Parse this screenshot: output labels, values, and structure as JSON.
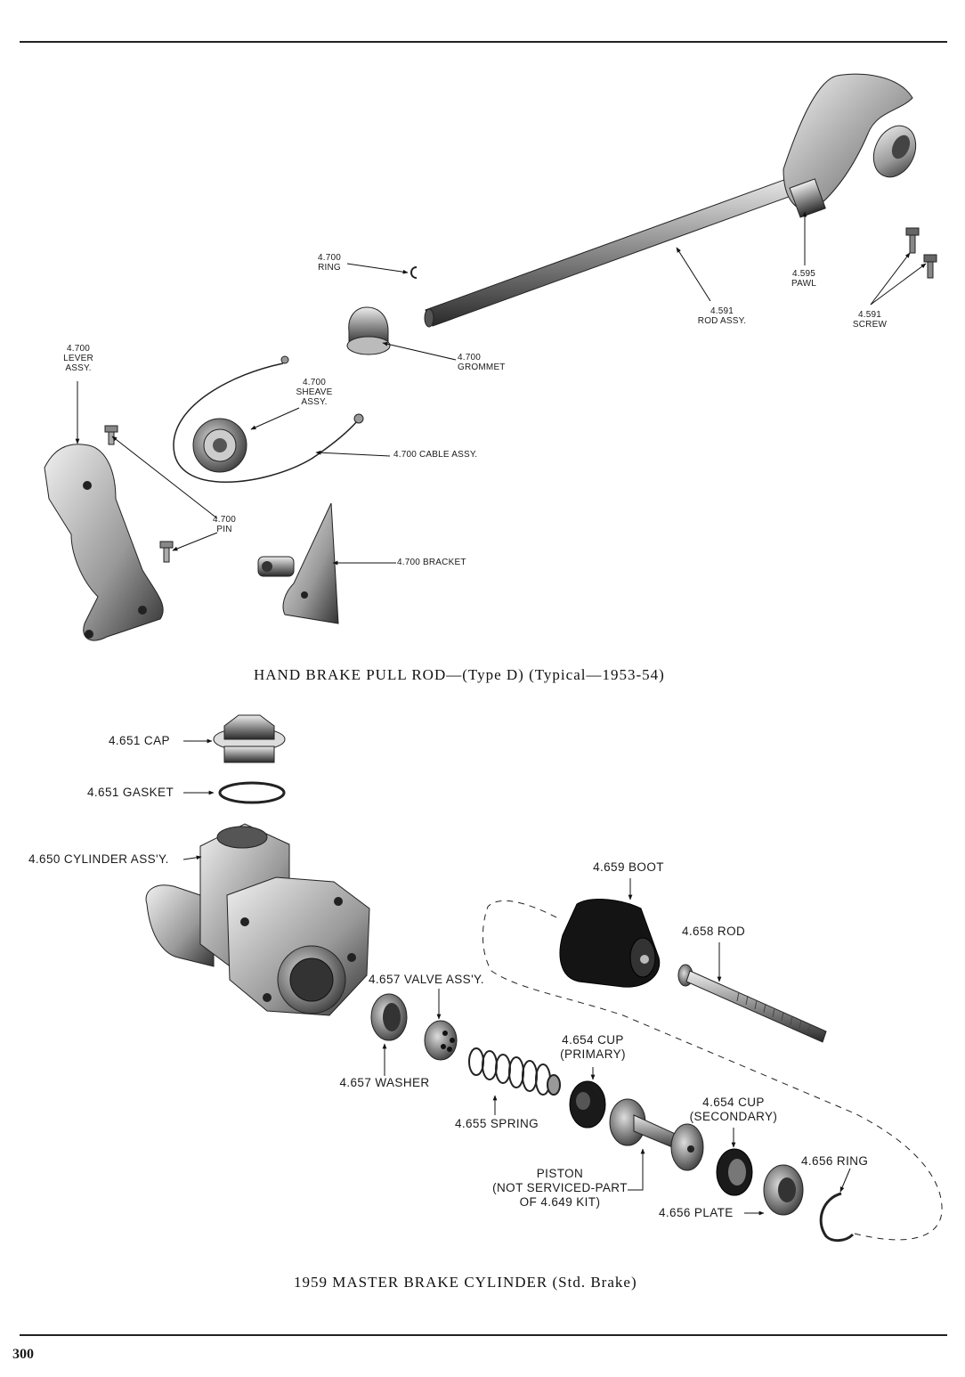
{
  "page": {
    "number": "300"
  },
  "hand_brake": {
    "caption": "HAND BRAKE PULL ROD—(Type D) (Typical—1953-54)",
    "labels": {
      "ring": "4.700\nRING",
      "lever": "4.700\nLEVER\nASSY.",
      "grommet": "4.700\nGROMMET",
      "sheave": "4.700\nSHEAVE\nASSY.",
      "cable": "4.700 CABLE ASSY.",
      "pin": "4.700\nPIN",
      "bracket": "4.700 BRACKET",
      "rod": "4.591\nROD ASSY.",
      "pawl": "4.595\nPAWL",
      "screw": "4.591\nSCREW"
    }
  },
  "master_cylinder": {
    "caption": "1959 MASTER BRAKE CYLINDER (Std. Brake)",
    "labels": {
      "cap": "4.651 CAP",
      "gasket": "4.651 GASKET",
      "cylinder": "4.650 CYLINDER ASS'Y.",
      "boot": "4.659 BOOT",
      "rod": "4.658 ROD",
      "valve": "4.657 VALVE ASS'Y.",
      "washer": "4.657 WASHER",
      "cup_primary": "4.654 CUP\n(PRIMARY)",
      "spring": "4.655 SPRING",
      "cup_secondary": "4.654 CUP\n(SECONDARY)",
      "ring": "4.656 RING",
      "piston": "PISTON\n(NOT SERVICED-PART\nOF 4.649 KIT)",
      "plate": "4.656 PLATE"
    }
  }
}
